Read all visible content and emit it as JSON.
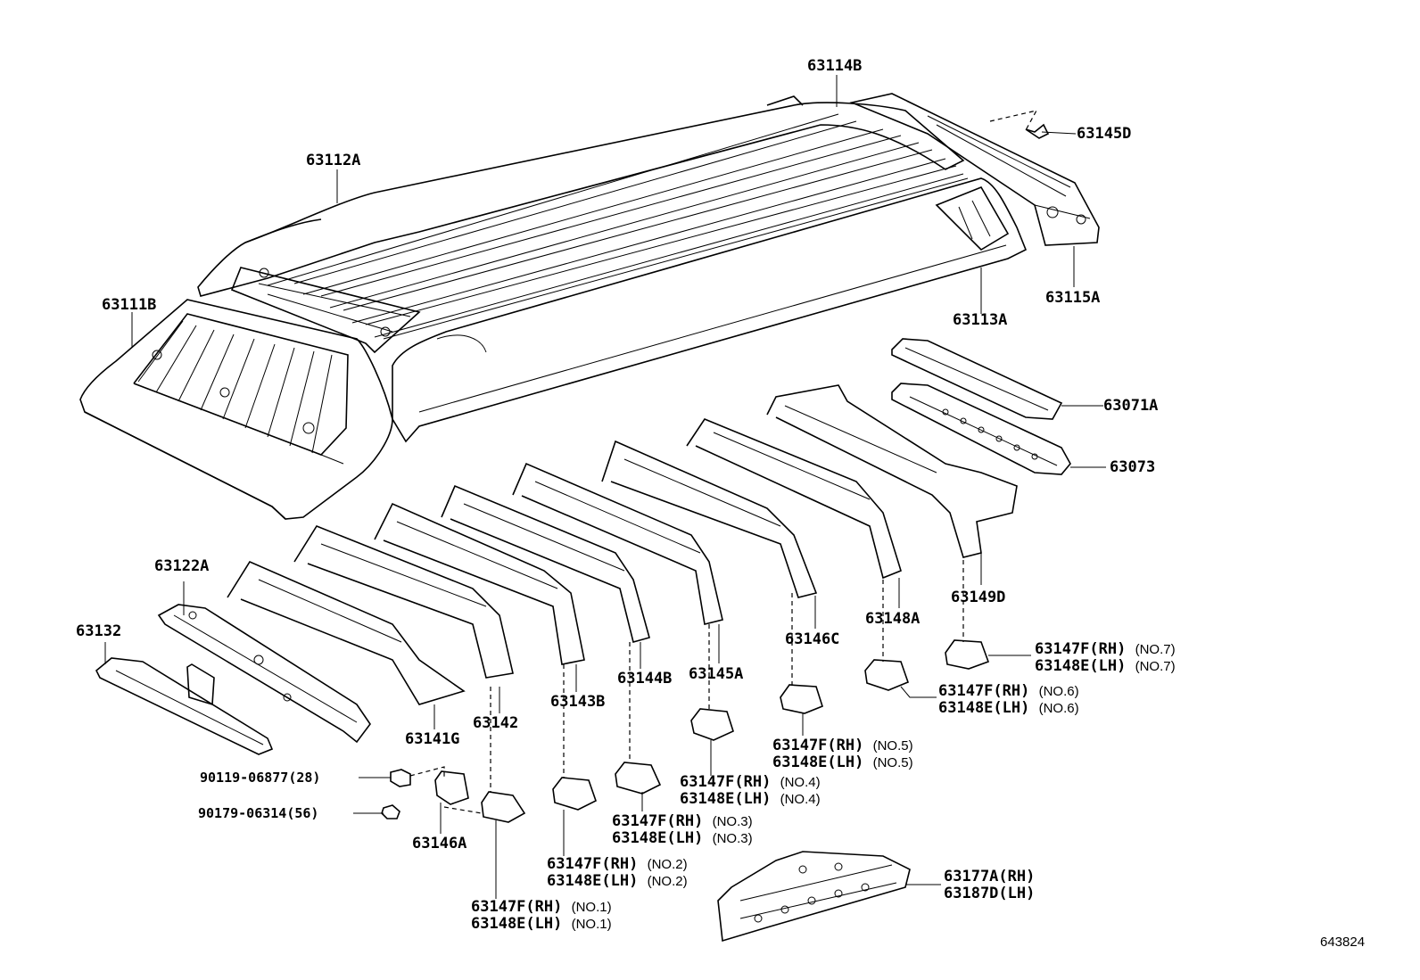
{
  "callouts": [
    {
      "id": "c63114B",
      "lines": [
        {
          "code": "63114B",
          "note": ""
        }
      ]
    },
    {
      "id": "c63112A",
      "lines": [
        {
          "code": "63112A",
          "note": ""
        }
      ]
    },
    {
      "id": "c63145D",
      "lines": [
        {
          "code": "63145D",
          "note": ""
        }
      ]
    },
    {
      "id": "c63111B",
      "lines": [
        {
          "code": "63111B",
          "note": ""
        }
      ]
    },
    {
      "id": "c63115A",
      "lines": [
        {
          "code": "63115A",
          "note": ""
        }
      ]
    },
    {
      "id": "c63113A",
      "lines": [
        {
          "code": "63113A",
          "note": ""
        }
      ]
    },
    {
      "id": "c63071A",
      "lines": [
        {
          "code": "63071A",
          "note": ""
        }
      ]
    },
    {
      "id": "c63073",
      "lines": [
        {
          "code": "63073",
          "note": ""
        }
      ]
    },
    {
      "id": "c63149D",
      "lines": [
        {
          "code": "63149D",
          "note": ""
        }
      ]
    },
    {
      "id": "c63148A",
      "lines": [
        {
          "code": "63148A",
          "note": ""
        }
      ]
    },
    {
      "id": "c63146C",
      "lines": [
        {
          "code": "63146C",
          "note": ""
        }
      ]
    },
    {
      "id": "c63122A",
      "lines": [
        {
          "code": "63122A",
          "note": ""
        }
      ]
    },
    {
      "id": "c63132",
      "lines": [
        {
          "code": "63132",
          "note": ""
        }
      ]
    },
    {
      "id": "c63145A",
      "lines": [
        {
          "code": "63145A",
          "note": ""
        }
      ]
    },
    {
      "id": "c63144B",
      "lines": [
        {
          "code": "63144B",
          "note": ""
        }
      ]
    },
    {
      "id": "c63143B",
      "lines": [
        {
          "code": "63143B",
          "note": ""
        }
      ]
    },
    {
      "id": "c63142",
      "lines": [
        {
          "code": "63142",
          "note": ""
        }
      ]
    },
    {
      "id": "c63141G",
      "lines": [
        {
          "code": "63141G",
          "note": ""
        }
      ]
    },
    {
      "id": "c63146A",
      "lines": [
        {
          "code": "63146A",
          "note": ""
        }
      ]
    },
    {
      "id": "c90119",
      "lines": [
        {
          "code": "90119-06877(28)",
          "note": ""
        }
      ]
    },
    {
      "id": "c90179",
      "lines": [
        {
          "code": "90179-06314(56)",
          "note": ""
        }
      ]
    },
    {
      "id": "cNo7",
      "lines": [
        {
          "code": "63147F(RH)",
          "note": "(NO.7)"
        },
        {
          "code": "63148E(LH)",
          "note": "(NO.7)"
        }
      ]
    },
    {
      "id": "cNo6",
      "lines": [
        {
          "code": "63147F(RH)",
          "note": "(NO.6)"
        },
        {
          "code": "63148E(LH)",
          "note": "(NO.6)"
        }
      ]
    },
    {
      "id": "cNo5",
      "lines": [
        {
          "code": "63147F(RH)",
          "note": "(NO.5)"
        },
        {
          "code": "63148E(LH)",
          "note": "(NO.5)"
        }
      ]
    },
    {
      "id": "cNo4",
      "lines": [
        {
          "code": "63147F(RH)",
          "note": "(NO.4)"
        },
        {
          "code": "63148E(LH)",
          "note": "(NO.4)"
        }
      ]
    },
    {
      "id": "cNo3",
      "lines": [
        {
          "code": "63147F(RH)",
          "note": "(NO.3)"
        },
        {
          "code": "63148E(LH)",
          "note": "(NO.3)"
        }
      ]
    },
    {
      "id": "cNo2",
      "lines": [
        {
          "code": "63147F(RH)",
          "note": "(NO.2)"
        },
        {
          "code": "63148E(LH)",
          "note": "(NO.2)"
        }
      ]
    },
    {
      "id": "cNo1",
      "lines": [
        {
          "code": "63147F(RH)",
          "note": "(NO.1)"
        },
        {
          "code": "63148E(LH)",
          "note": "(NO.1)"
        }
      ]
    },
    {
      "id": "c63177A",
      "lines": [
        {
          "code": "63177A(RH)",
          "note": ""
        },
        {
          "code": "63187D(LH)",
          "note": ""
        }
      ]
    }
  ],
  "figure_number": "643824"
}
